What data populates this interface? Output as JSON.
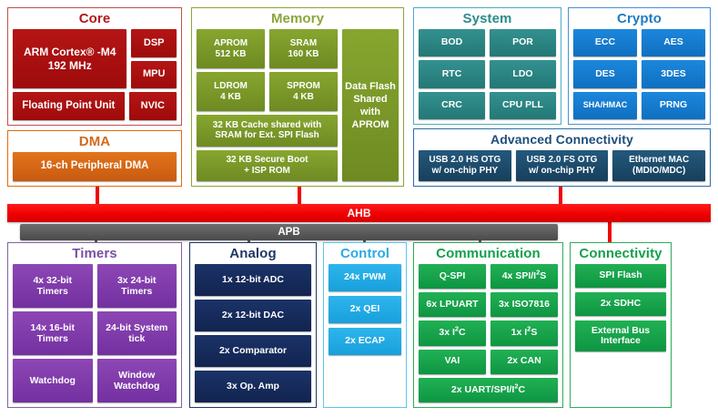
{
  "diagram": {
    "buses": [
      {
        "label": "AHB",
        "color": "#F00000"
      },
      {
        "label": "APB",
        "color": "#5A5A5A"
      }
    ],
    "sections": {
      "core": {
        "title": "Core",
        "title_color": "#B01A1A",
        "border_color": "#C0504D",
        "block_color": "#A81010",
        "blocks": {
          "cpu": "ARM Cortex® -M4\n192 MHz",
          "cpu_line1": "ARM Cortex® -M4",
          "cpu_line2": "192 MHz",
          "dsp": "DSP",
          "mpu": "MPU",
          "fpu": "Floating Point Unit",
          "nvic": "NVIC"
        }
      },
      "dma": {
        "title": "DMA",
        "title_color": "#D2691E",
        "border_color": "#E36C0A",
        "block_color": "#D2691E",
        "blocks": {
          "pdma": "16-ch Peripheral DMA"
        }
      },
      "memory": {
        "title": "Memory",
        "title_color": "#8CA53C",
        "border_color": "#8CA535",
        "block_color": "#7C9A26",
        "blocks": {
          "aprom_l1": "APROM",
          "aprom_l2": "512 KB",
          "sram_l1": "SRAM",
          "sram_l2": "160 KB",
          "ldrom_l1": "LDROM",
          "ldrom_l2": "4 KB",
          "sprom_l1": "SPROM",
          "sprom_l2": "4 KB",
          "cache_l1": "32 KB Cache shared with",
          "cache_l2": "SRAM for  Ext. SPI Flash",
          "secboot_l1": "32 KB Secure Boot",
          "secboot_l2": "+ ISP ROM",
          "dataflash": "Data Flash Shared with APROM"
        }
      },
      "system": {
        "title": "System",
        "title_color": "#2E8B8B",
        "border_color": "#4BACC6",
        "block_color": "#2E8B8B",
        "blocks": [
          "BOD",
          "POR",
          "RTC",
          "LDO",
          "CRC",
          "CPU PLL"
        ]
      },
      "crypto": {
        "title": "Crypto",
        "title_color": "#1F7BC4",
        "border_color": "#4A90D9",
        "block_color": "#0F6FC0",
        "blocks": [
          "ECC",
          "AES",
          "DES",
          "3DES",
          "SHA/HMAC",
          "PRNG"
        ]
      },
      "advanced_connectivity": {
        "title": "Advanced Connectivity",
        "title_color": "#1F4E79",
        "border_color": "#2E6EA6",
        "block_color": "#1F4E6E",
        "blocks": [
          {
            "line1": "USB 2.0 HS OTG",
            "line2": "w/ on-chip PHY"
          },
          {
            "line1": "USB 2.0 FS OTG",
            "line2": "w/ on-chip PHY"
          },
          {
            "line1": "Ethernet MAC",
            "line2": "(MDIO/MDC)"
          }
        ]
      },
      "timers": {
        "title": "Timers",
        "title_color": "#7A4FA3",
        "border_color": "#8064A2",
        "block_color": "#8D47B5",
        "blocks": [
          {
            "line1": "4x 32-bit",
            "line2": "Timers"
          },
          {
            "line1": "3x 24-bit",
            "line2": "Timers"
          },
          {
            "line1": "14x 16-bit",
            "line2": "Timers"
          },
          {
            "line1": "24-bit System",
            "line2": "tick"
          },
          {
            "line1": "Watchdog",
            "line2": ""
          },
          {
            "line1": "Window",
            "line2": "Watchdog"
          }
        ]
      },
      "analog": {
        "title": "Analog",
        "title_color": "#1F3864",
        "border_color": "#1F3864",
        "block_color": "#152C5C",
        "blocks": [
          "1x 12-bit ADC",
          "2x 12-bit DAC",
          "2x Comparator",
          "3x Op. Amp"
        ]
      },
      "control": {
        "title": "Control",
        "title_color": "#29ABE2",
        "border_color": "#5BC6F0",
        "block_color": "#29ABE2",
        "blocks": [
          "24x PWM",
          "2x QEI",
          "2x ECAP"
        ]
      },
      "communication": {
        "title": "Communication",
        "title_color": "#12A14B",
        "border_color": "#2EAB5B",
        "block_color": "#16A24A",
        "blocks": {
          "qspi": "Q-SPI",
          "spi_i2s_pre": "4x SPI/I",
          "spi_i2s_sup": "2",
          "spi_i2s_post": "S",
          "lpuart": "6x LPUART",
          "iso7816": "3x ISO7816",
          "i2c_pre": "3x I",
          "i2c_sup": "2",
          "i2c_post": "C",
          "i2s_pre": "1x I",
          "i2s_sup": "2",
          "i2s_post": "S",
          "vai": "VAI",
          "can": "2x CAN",
          "uart_spi_i2c_pre": "2x UART/SPI/I",
          "uart_spi_i2c_sup": "2",
          "uart_spi_i2c_post": "C"
        }
      },
      "connectivity": {
        "title": "Connectivity",
        "title_color": "#12A14B",
        "border_color": "#2EAB5B",
        "block_color": "#16A24A",
        "blocks": [
          {
            "line1": "SPI Flash",
            "line2": ""
          },
          {
            "line1": "2x SDHC",
            "line2": ""
          },
          {
            "line1": "External Bus",
            "line2": "Interface"
          }
        ]
      }
    }
  }
}
